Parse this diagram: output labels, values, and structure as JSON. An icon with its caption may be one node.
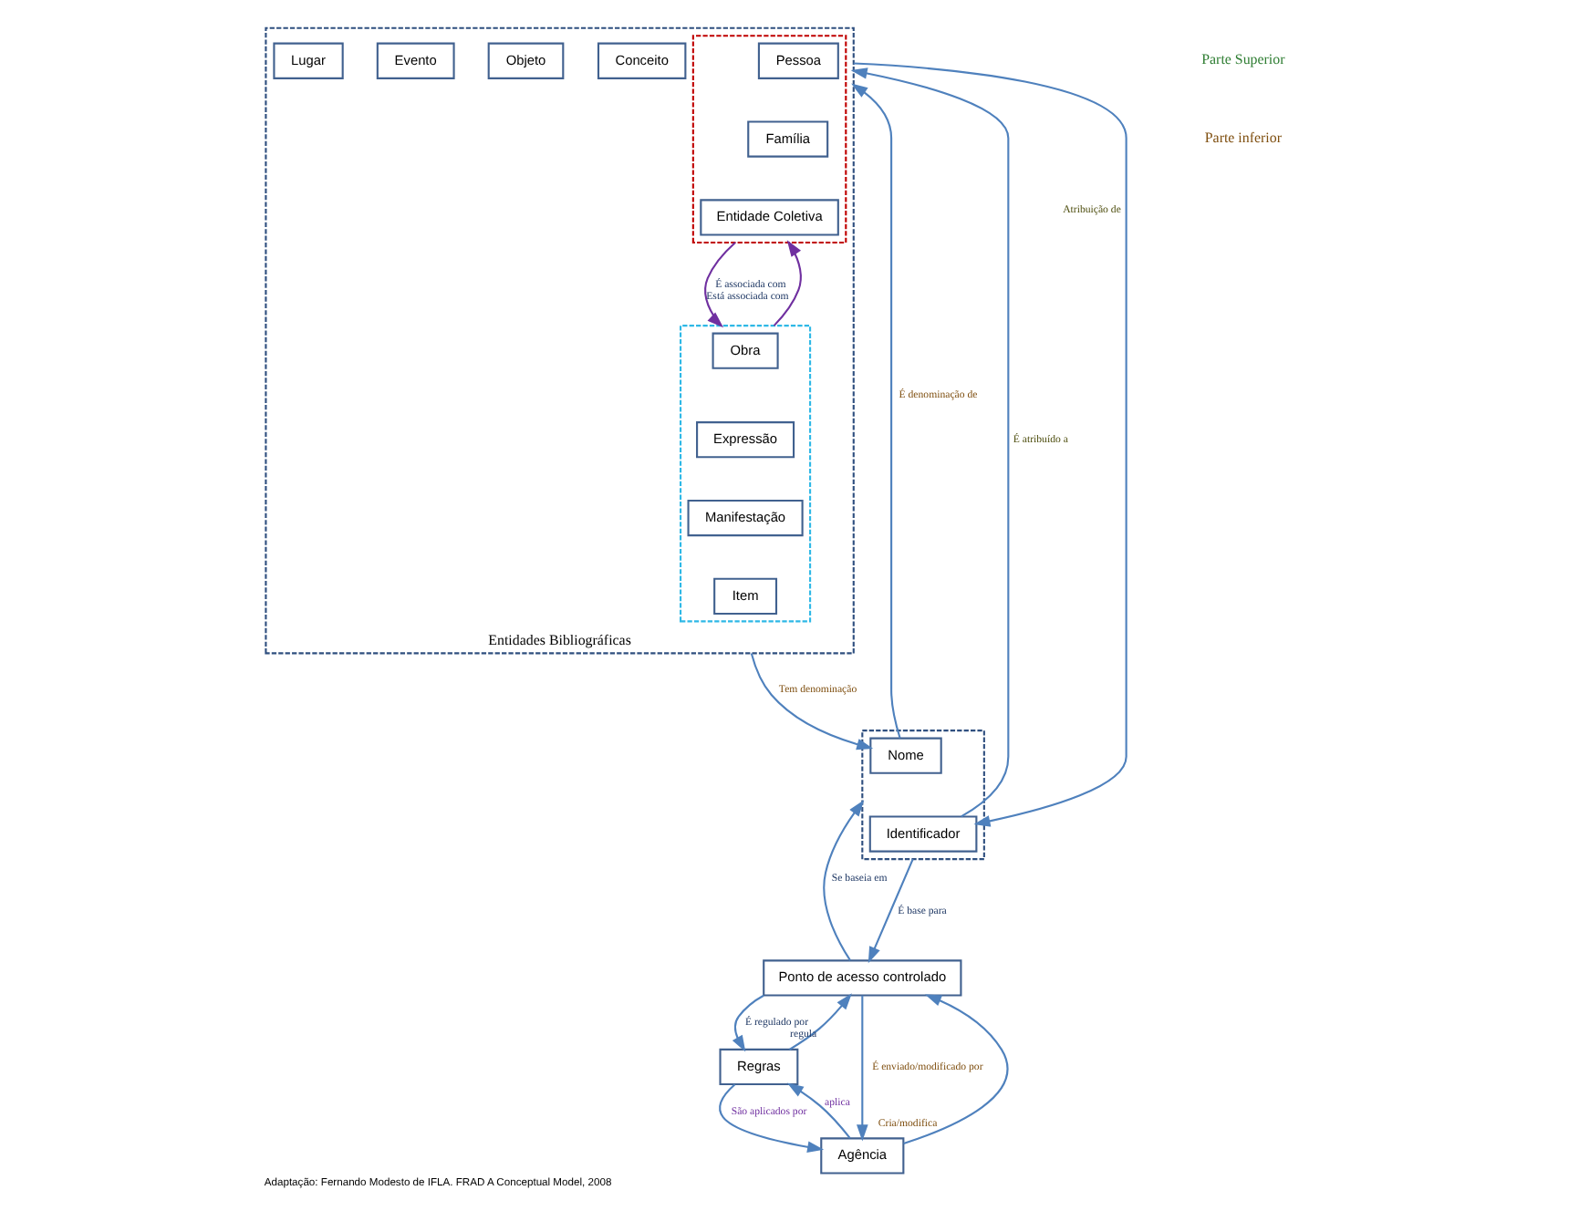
{
  "diagram": {
    "caption": "Adaptação: Fernando Modesto de IFLA. FRAD A Conceptual Model, 2008",
    "nodes": [
      {
        "text": [
          "Entidades Bibliográficas"
        ]
      },
      {
        "text": [],
        "shape": "box",
        "in": 0
      },
      {
        "text": [
          "Pessoa"
        ],
        "in": 1
      },
      {
        "text": [
          "Família"
        ],
        "in": 1
      },
      {
        "text": [
          "Entidade Coletiva"
        ],
        "in": 1
      },
      {
        "text": [],
        "shape": "box",
        "in": 0
      },
      {
        "text": [
          "Obra"
        ],
        "in": 5
      },
      {
        "text": [
          "Expressão"
        ],
        "in": 5
      },
      {
        "text": [
          "Manifestação"
        ],
        "in": 5
      },
      {
        "text": [
          "Item"
        ],
        "in": 5
      },
      {
        "text": [
          "Conceito"
        ],
        "in": 0
      },
      {
        "text": [
          "Objeto"
        ],
        "in": 0
      },
      {
        "text": [
          "Evento"
        ],
        "in": 0
      },
      {
        "text": [
          "Lugar"
        ],
        "in": 0
      },
      {
        "text": [],
        "shape": "box"
      },
      {
        "text": [
          "Nome"
        ],
        "in": 14
      },
      {
        "text": [
          "Identificador"
        ],
        "in": 14
      },
      {
        "text": [
          "Ponto de acesso controlado"
        ]
      },
      {
        "text": [
          "Regras"
        ]
      },
      {
        "text": [
          "Agência"
        ]
      }
    ],
    "edges": [
      {
        "from": 1,
        "to": 5,
        "arrow": "to",
        "label": "É associada com",
        "color": "#7030a0"
      },
      {
        "from": 5,
        "to": 1,
        "arrow": "to",
        "label": "Está associada com",
        "color": "#7030a0"
      },
      {
        "from": 0,
        "to": 15,
        "arrow": "to",
        "label": "Tem denominação"
      },
      {
        "from": 15,
        "to": 0,
        "arrow": "to",
        "label": "É denominação de"
      },
      {
        "from": 16,
        "to": 0,
        "arrow": "to",
        "label": "É atribuído a"
      },
      {
        "from": 0,
        "to": 16,
        "arrow": "to",
        "label": "Atribuição de"
      },
      {
        "from": 14,
        "to": 17,
        "arrow": "to",
        "label": "É base para"
      },
      {
        "from": 17,
        "to": 14,
        "arrow": "to",
        "label": "Se baseia em"
      },
      {
        "from": 17,
        "to": 18,
        "arrow": "to",
        "label": "É regulado por"
      },
      {
        "from": 18,
        "to": 17,
        "arrow": "to",
        "label": "regula"
      },
      {
        "from": 18,
        "to": 19,
        "arrow": "to",
        "label": "São aplicados por"
      },
      {
        "from": 19,
        "to": 18,
        "arrow": "to",
        "label": "aplica"
      },
      {
        "from": 17,
        "to": 19,
        "arrow": "to",
        "label": "É enviado/modificado por"
      },
      {
        "from": 19,
        "to": 17,
        "arrow": "to",
        "label": "Cria/modifica"
      }
    ],
    "labels": [
      "Parte Superior",
      "Parte inferior"
    ]
  }
}
